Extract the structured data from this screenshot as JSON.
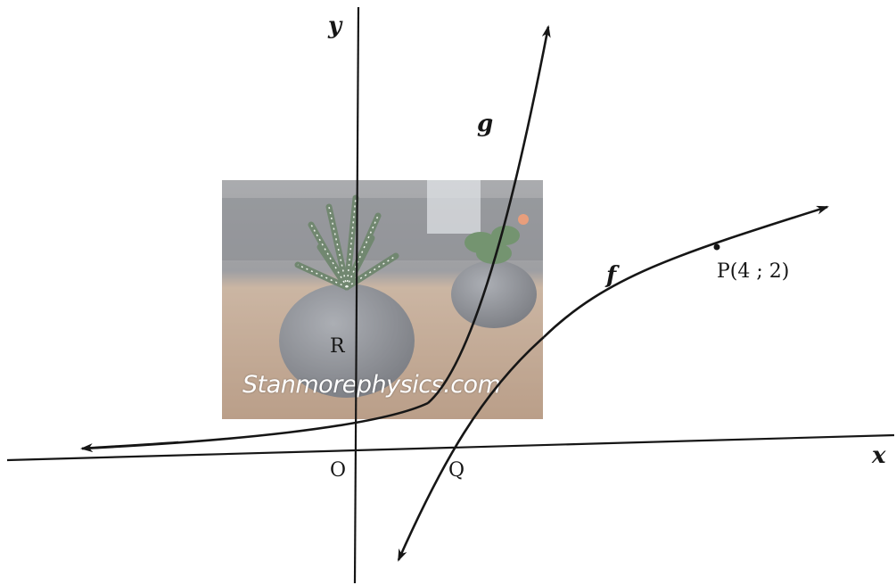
{
  "axes": {
    "x_label": "x",
    "y_label": "y",
    "origin_label": "O"
  },
  "curves": {
    "g_label": "g",
    "f_label": "f"
  },
  "points": {
    "R": {
      "label": "R"
    },
    "Q": {
      "label": "Q"
    },
    "P": {
      "label": "P(4 ; 2)"
    }
  },
  "watermark": {
    "text": "Stanmorephysics.com",
    "image": "potted-plant-photo"
  },
  "colors": {
    "ink": "#161616",
    "paper": "#ffffff"
  }
}
